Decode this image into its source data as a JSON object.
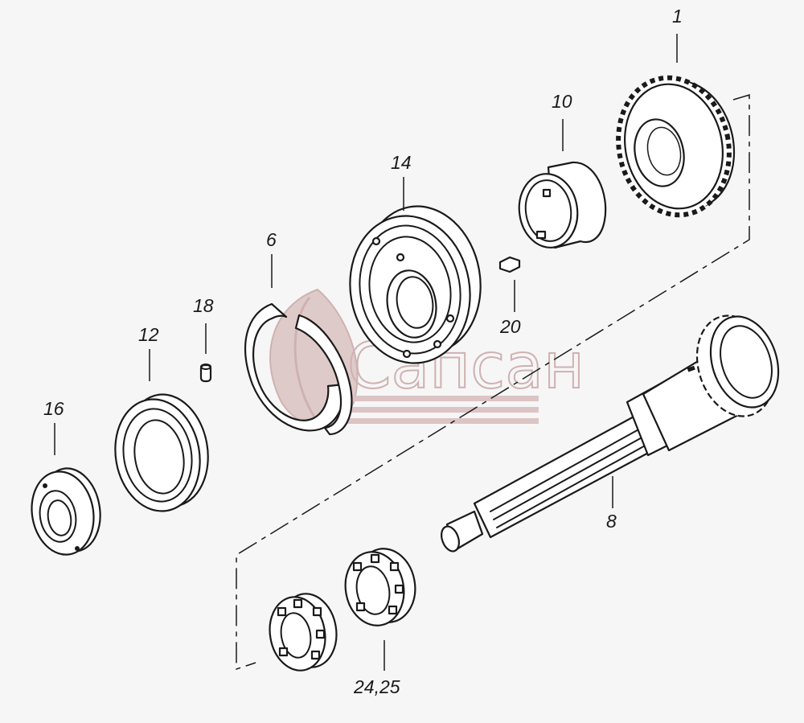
{
  "diagram": {
    "watermark": "Сапсан",
    "colors": {
      "background": "#f6f6f6",
      "ink": "#1a1a1a",
      "watermark": "#c9a5a5"
    },
    "parts": [
      {
        "id": "part-1",
        "label": "1",
        "kind": "spur-gear"
      },
      {
        "id": "part-10",
        "label": "10",
        "kind": "sleeve"
      },
      {
        "id": "part-14",
        "label": "14",
        "kind": "ball-bearing"
      },
      {
        "id": "part-20",
        "label": "20",
        "kind": "key"
      },
      {
        "id": "part-6",
        "label": "6",
        "kind": "snap-ring"
      },
      {
        "id": "part-18",
        "label": "18",
        "kind": "pin"
      },
      {
        "id": "part-12",
        "label": "12",
        "kind": "bearing-ring"
      },
      {
        "id": "part-16",
        "label": "16",
        "kind": "nut"
      },
      {
        "id": "part-8",
        "label": "8",
        "kind": "splined-shaft"
      },
      {
        "id": "part-24-25",
        "label": "24,25",
        "kind": "needle-bearing-pair"
      }
    ]
  }
}
